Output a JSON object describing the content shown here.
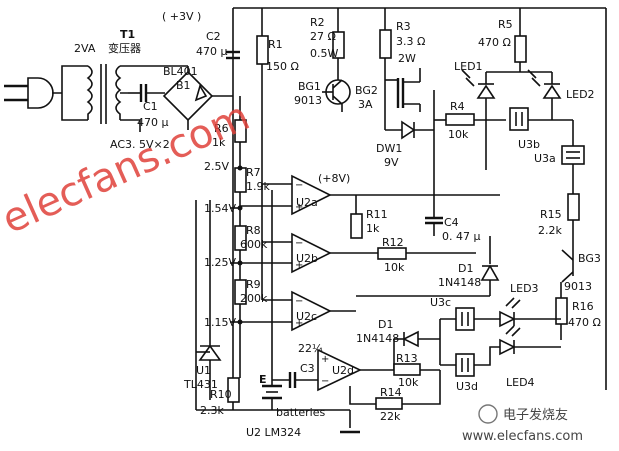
{
  "transformer": {
    "id": "T1",
    "rating": "2VA",
    "name": "变压器",
    "output": "AC3. 5V×2"
  },
  "supply": {
    "rail": "( +3V )"
  },
  "rectifier": {
    "id": "BL401",
    "bridge": "B1"
  },
  "c1": {
    "id": "C1",
    "value": "470 μ"
  },
  "c2": {
    "id": "C2",
    "value": "470 μ"
  },
  "r1": {
    "id": "R1",
    "value": "150 Ω"
  },
  "r2": {
    "id": "R2",
    "value": "27 Ω",
    "power": "0.5W"
  },
  "r3": {
    "id": "R3",
    "value": "3.3 Ω",
    "power": "2W"
  },
  "r4": {
    "id": "R4",
    "value": "10k"
  },
  "r5": {
    "id": "R5",
    "value": "470 Ω"
  },
  "r6": {
    "id": "R6",
    "value": "1k"
  },
  "r7": {
    "id": "R7",
    "value": "1.9k"
  },
  "r8": {
    "id": "R8",
    "value": "600k"
  },
  "r9": {
    "id": "R9",
    "value": "200k"
  },
  "r10": {
    "id": "R10",
    "value": "2.3k"
  },
  "r11": {
    "id": "R11",
    "value": "1k"
  },
  "r12": {
    "id": "R12",
    "value": "10k"
  },
  "r13": {
    "id": "R13",
    "value": "10k"
  },
  "r14": {
    "id": "R14",
    "value": "22k"
  },
  "r15": {
    "id": "R15",
    "value": "2.2k"
  },
  "r16": {
    "id": "R16",
    "value": "470 Ω"
  },
  "bg1": {
    "id": "BG1",
    "type": "9013"
  },
  "bg2": {
    "id": "BG2",
    "rating": "3A"
  },
  "bg3": {
    "id": "BG3",
    "type": "9013"
  },
  "dw1": {
    "id": "DW1",
    "value": "9V"
  },
  "d1a": {
    "id": "D1",
    "type": "1N4148"
  },
  "d1b": {
    "id": "D1",
    "type": "1N4148"
  },
  "c3": {
    "id": "C3",
    "value": "22¼"
  },
  "c4": {
    "id": "C4",
    "value": "0. 47 μ"
  },
  "u1": {
    "id": "U1",
    "type": "TL431"
  },
  "u2": {
    "id": "U2",
    "type": "LM324",
    "rail": "(+8V)",
    "a": "U2a",
    "b": "U2b",
    "c": "U2c",
    "d": "U2d"
  },
  "u3": {
    "a": "U3a",
    "b": "U3b",
    "c": "U3c",
    "d": "U3d"
  },
  "leds": {
    "led1": "LED1",
    "led2": "LED2",
    "led3": "LED3",
    "led4": "LED4"
  },
  "voltages": {
    "v1": "2.5V",
    "v2": "1.54V",
    "v3": "1.25V",
    "v4": "1.15V"
  },
  "battery": {
    "label": "batteries",
    "node": "E"
  },
  "footer": {
    "ic_label": "U2 LM324"
  },
  "watermark": {
    "main": "elecfans.com",
    "logo": "电子发烧友",
    "site": "www.elecfans.com"
  }
}
